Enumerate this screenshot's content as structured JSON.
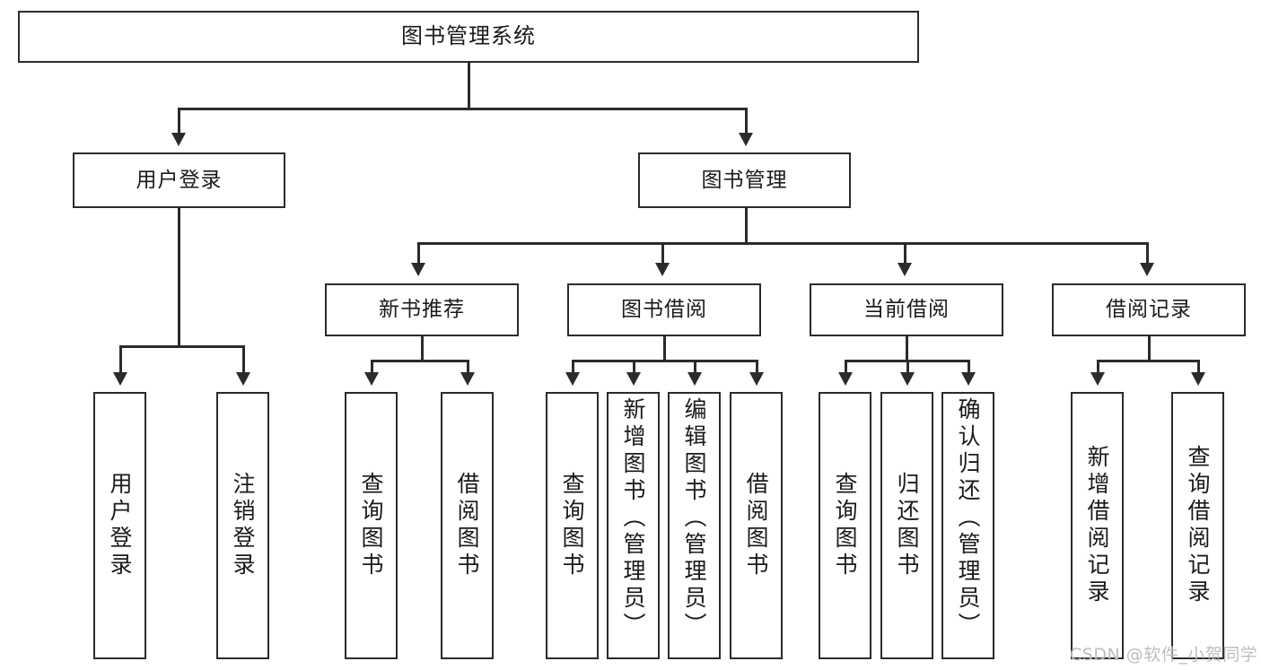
{
  "diagram": {
    "title": "图书管理系统",
    "type": "tree-hierarchy",
    "root": {
      "label": "图书管理系统"
    },
    "level2": [
      {
        "label": "用户登录"
      },
      {
        "label": "图书管理"
      }
    ],
    "level3": [
      {
        "label": "新书推荐"
      },
      {
        "label": "图书借阅"
      },
      {
        "label": "当前借阅"
      },
      {
        "label": "借阅记录"
      }
    ],
    "leaves": {
      "user_login": [
        {
          "label": "用户登录"
        },
        {
          "label": "注销登录"
        }
      ],
      "new_book": [
        {
          "label": "查询图书"
        },
        {
          "label": "借阅图书"
        }
      ],
      "book_borrow": [
        {
          "label": "查询图书"
        },
        {
          "label": "新增图书（管理员）"
        },
        {
          "label": "编辑图书（管理员）"
        },
        {
          "label": "借阅图书"
        }
      ],
      "current_borrow": [
        {
          "label": "查询图书"
        },
        {
          "label": "归还图书"
        },
        {
          "label": "确认归还（管理员）"
        }
      ],
      "borrow_record": [
        {
          "label": "新增借阅记录"
        },
        {
          "label": "查询借阅记录"
        }
      ]
    },
    "watermark": "CSDN @软件_小贺同学",
    "colors": {
      "border": "#2b2b2b",
      "background": "#ffffff",
      "text": "#1a1a1a",
      "watermark": "#bdbdbd"
    }
  }
}
